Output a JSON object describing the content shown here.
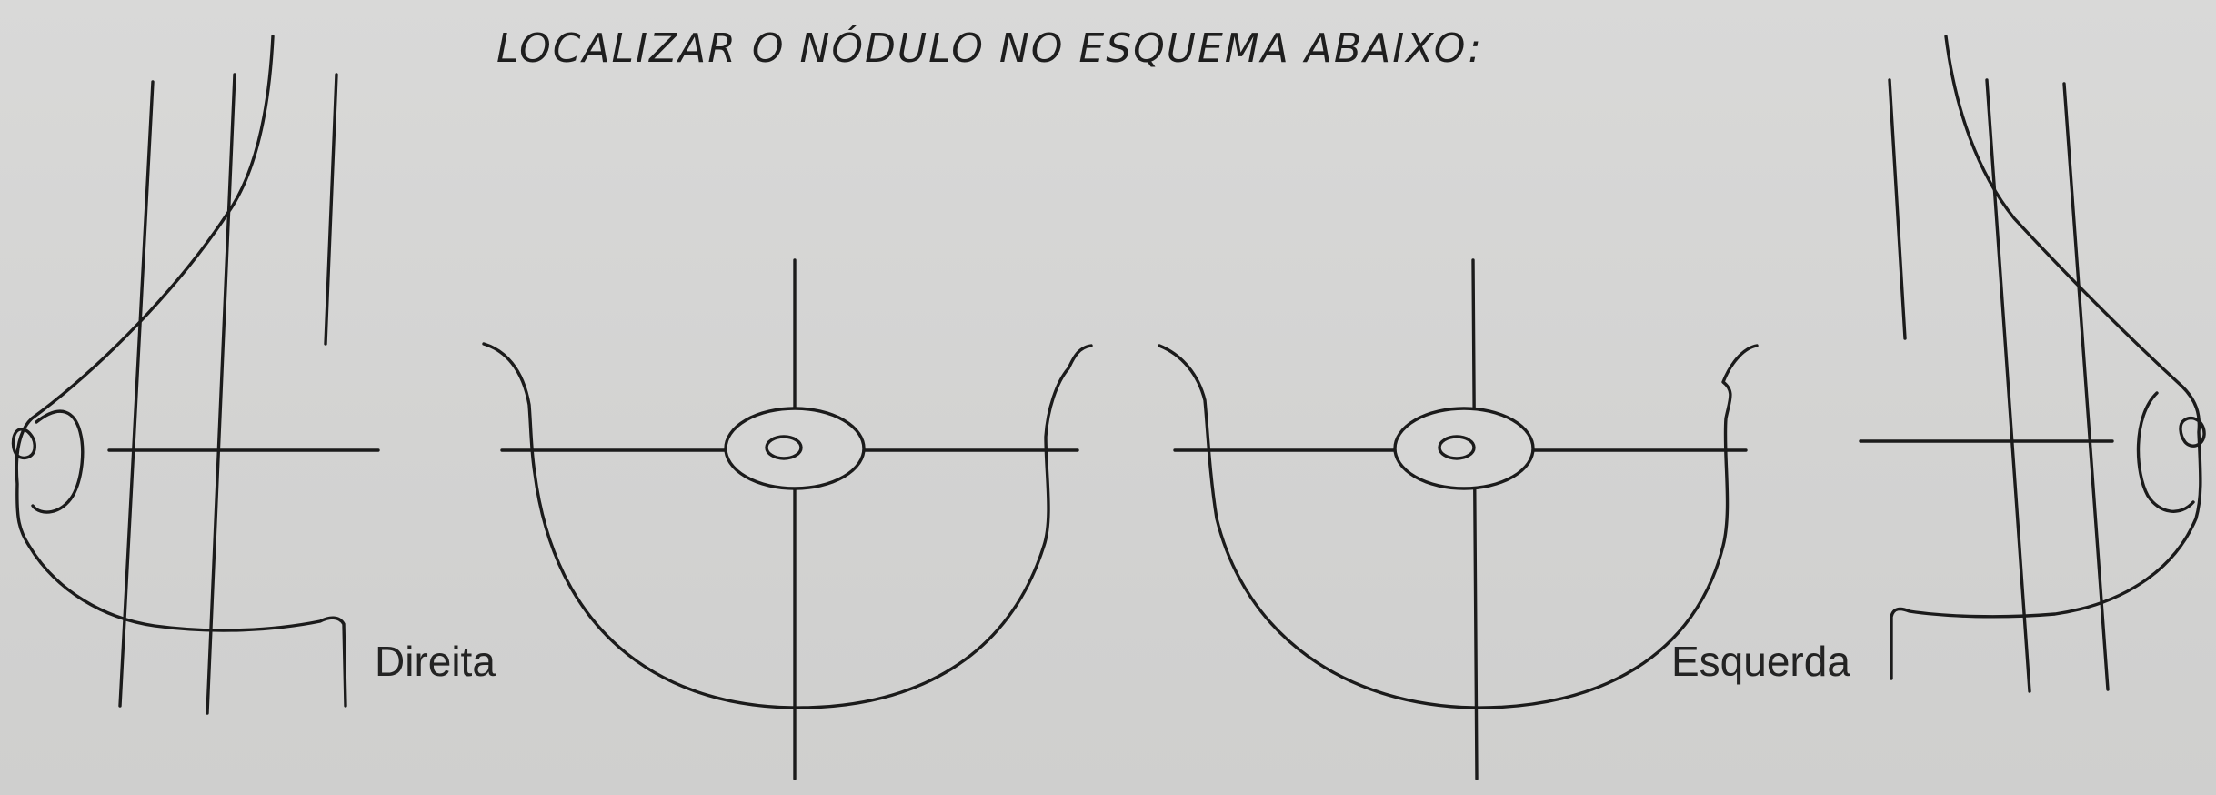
{
  "header": {
    "title": "LOCALIZAR O NÓDULO NO ESQUEMA ABAIXO:"
  },
  "labels": {
    "right_breast": "Direita",
    "left_breast": "Esquerda"
  },
  "colors": {
    "background": "#d4d4d3",
    "line": "#1b1b1b",
    "text": "#1e1e1e"
  }
}
